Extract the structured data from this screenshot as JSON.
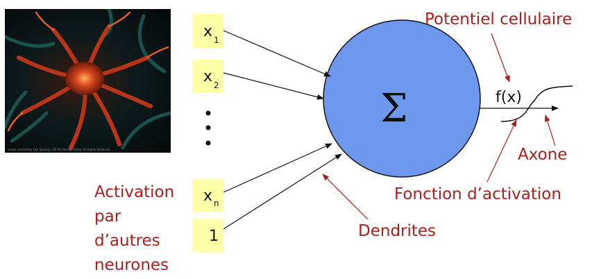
{
  "inputs": [
    {
      "base": "x",
      "sub": "1"
    },
    {
      "base": "x",
      "sub": "2"
    },
    {
      "base": "x",
      "sub": "n"
    },
    {
      "base": "1",
      "sub": ""
    }
  ],
  "ellipsis_dots": "•\n•\n•",
  "sum_symbol": "Σ",
  "activation_function": "f(x)",
  "labels": {
    "potential": "Potentiel cellulaire",
    "axon": "Axone",
    "activation_function": "Fonction d’activation",
    "dendrites": "Dendrites",
    "activation_lines": [
      "Activation",
      "par",
      "d’autres",
      "neurones"
    ]
  },
  "photo_credit": "Image created by Olle Sjoberg / 3D Rendering Studio. All Rights Reserved.",
  "colors": {
    "cell_body": "#6d98ee",
    "input_box": "#ffffa8",
    "label": "#a6201d"
  }
}
